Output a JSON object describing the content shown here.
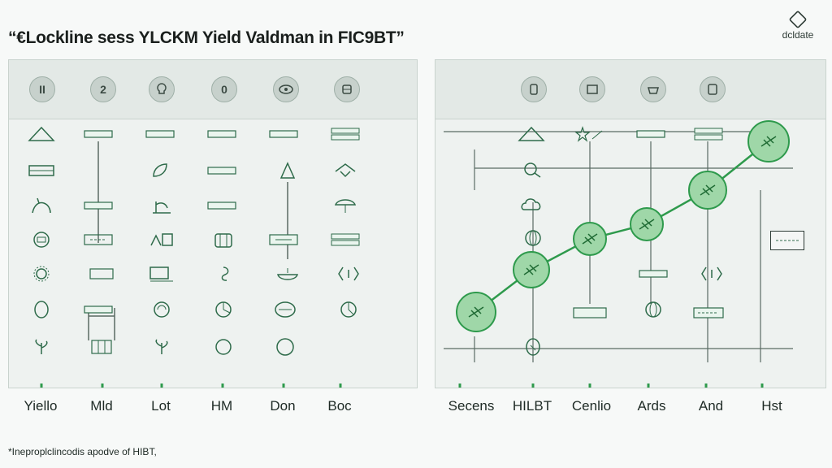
{
  "title": "“€Lockline sess YLCKM Yield Valdman in FIC9BT”",
  "logo": {
    "text": "dcldate",
    "icon": "diamond-logo-icon"
  },
  "left_panel": {
    "header_badges": [
      "II",
      "2",
      "",
      "0",
      "",
      ""
    ],
    "column_labels": [
      "Yiello",
      "Mld",
      "Lot",
      "HM",
      "Don",
      "Boc"
    ]
  },
  "right_panel": {
    "column_labels": [
      "Secens",
      "HILBT",
      "Cenlio",
      "Ards",
      "And",
      "Hst"
    ]
  },
  "footnote": "*Ineproplclincodis apodve of HIBT,",
  "colors": {
    "accent": "#2e9a4c",
    "accent_fill": "#9fd7a8",
    "line": "#5a6b63"
  }
}
